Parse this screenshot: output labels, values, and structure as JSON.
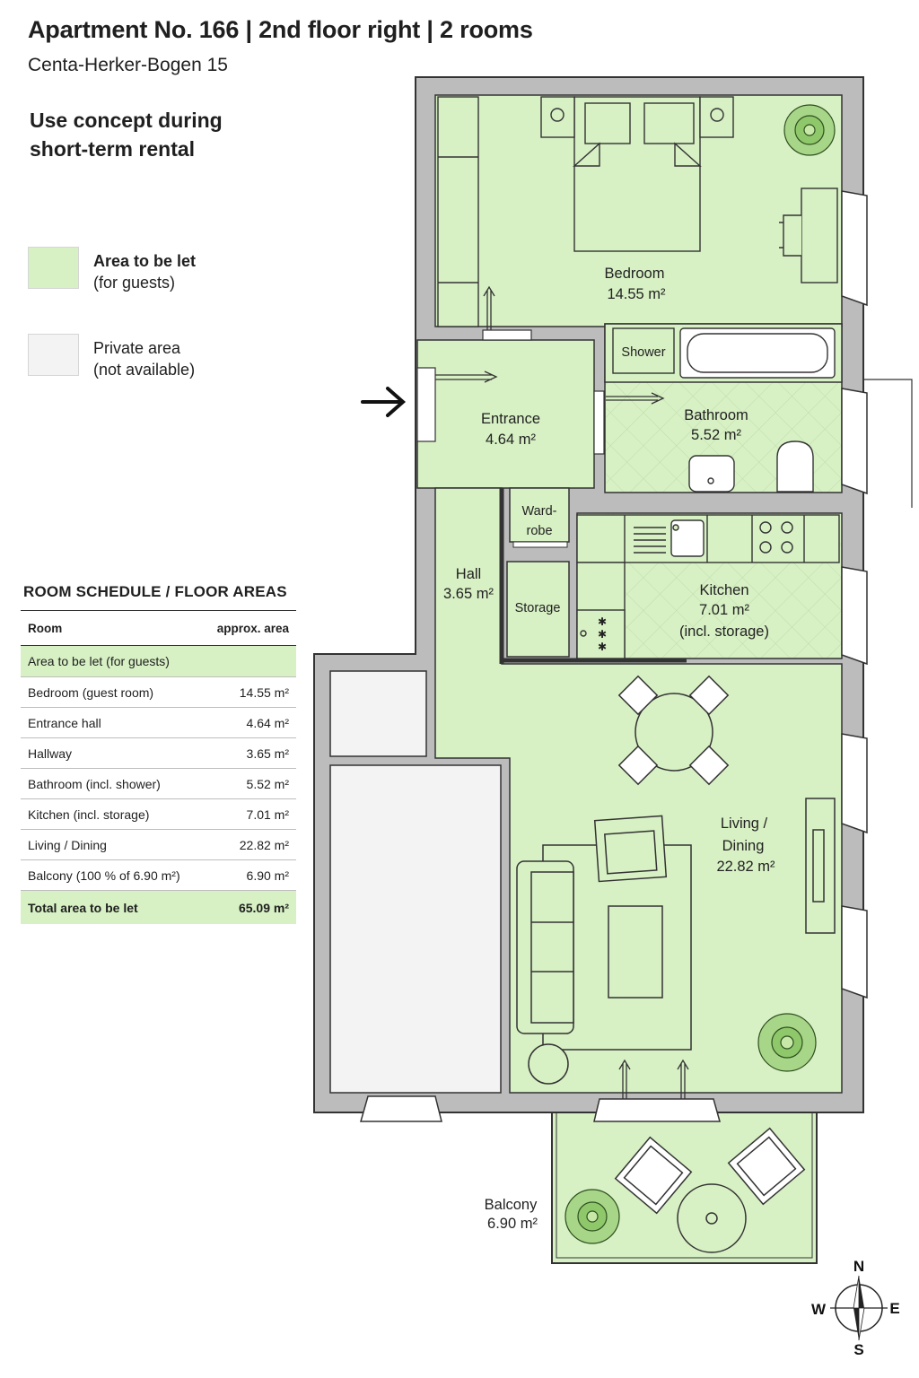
{
  "header": {
    "title": "Apartment No. 166 | 2nd floor right | 2 rooms",
    "address": "Centa-Herker-Bogen 15",
    "concept_line1": "Use concept during",
    "concept_line2": "short-term rental"
  },
  "colors": {
    "let_area": "#d7f0c4",
    "private_area": "#f3f3f3",
    "wall": "#bcbcbc",
    "line": "#333333"
  },
  "legend": [
    {
      "title": "Area to be let",
      "subtitle": "(for guests)",
      "color": "#d7f0c4"
    },
    {
      "title": "Private area",
      "subtitle": "(not available)",
      "color": "#f3f3f3"
    }
  ],
  "schedule": {
    "heading": "ROOM SCHEDULE / FLOOR AREAS",
    "col_room": "Room",
    "col_area": "approx. area",
    "section": "Area to be let (for guests)",
    "rows": [
      {
        "room": "Bedroom (guest room)",
        "area": "14.55 m²"
      },
      {
        "room": "Entrance hall",
        "area": "4.64 m²"
      },
      {
        "room": "Hallway",
        "area": "3.65 m²"
      },
      {
        "room": "Bathroom (incl. shower)",
        "area": "5.52 m²"
      },
      {
        "room": "Kitchen (incl. storage)",
        "area": "7.01 m²"
      },
      {
        "room": "Living / Dining",
        "area": "22.82 m²"
      },
      {
        "room": "Balcony (100 % of 6.90 m²)",
        "area": "6.90 m²"
      }
    ],
    "total_label": "Total area to be let",
    "total_value": "65.09 m²"
  },
  "rooms": {
    "bedroom": {
      "name": "Bedroom",
      "area": "14.55 m²"
    },
    "entrance": {
      "name": "Entrance",
      "area": "4.64 m²"
    },
    "bathroom": {
      "name": "Bathroom",
      "area": "5.52 m²"
    },
    "shower": "Shower",
    "wardrobe_1": "Ward-",
    "wardrobe_2": "robe",
    "hall": {
      "name": "Hall",
      "area": "3.65 m²"
    },
    "storage": "Storage",
    "kitchen": {
      "name": "Kitchen",
      "area": "7.01 m²",
      "note": "(incl. storage)"
    },
    "living": {
      "name_1": "Living /",
      "name_2": "Dining",
      "area": "22.82 m²"
    },
    "balcony": {
      "name": "Balcony",
      "area": "6.90 m²"
    }
  },
  "compass": {
    "n": "N",
    "s": "S",
    "e": "E",
    "w": "W"
  }
}
